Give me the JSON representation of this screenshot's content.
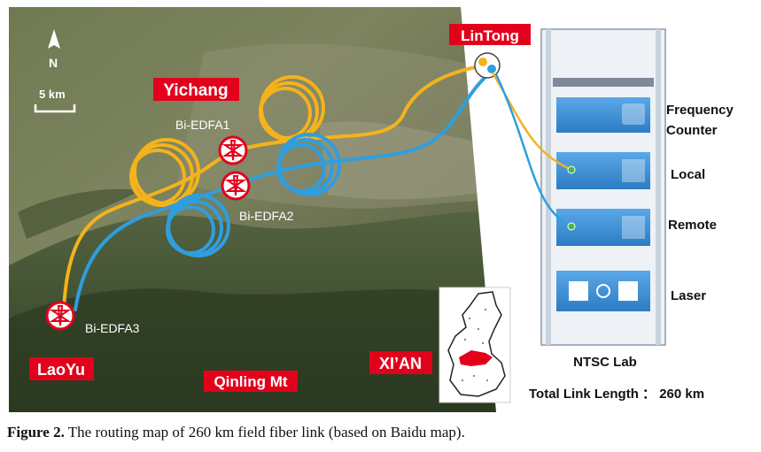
{
  "map": {
    "north_label": "N",
    "scale_label": "5 km",
    "places": {
      "lintong": "LinTong",
      "yichang": "Yichang",
      "laoyu": "LaoYu",
      "xian": "XI’AN",
      "qinling": "Qinling Mt"
    },
    "amplifiers": {
      "edfa1": "Bi-EDFA1",
      "edfa2": "Bi-EDFA2",
      "edfa3": "Bi-EDFA3"
    },
    "colors": {
      "fiber_local": "#f5b21b",
      "fiber_remote": "#2f9ee0",
      "label_bg": "#e3001b",
      "rack_blue": "#3a8fd6"
    }
  },
  "rack": {
    "labels": {
      "frequency_counter_line1": "Frequency",
      "frequency_counter_line2": "Counter",
      "local": "Local",
      "remote": "Remote",
      "laser": "Laser"
    },
    "lab_label": "NTSC Lab",
    "total_length": "Total Link Length ： 260 km"
  },
  "caption": {
    "prefix": "Figure 2.",
    "text": " The routing map of 260 km field fiber link (based on Baidu map)."
  }
}
